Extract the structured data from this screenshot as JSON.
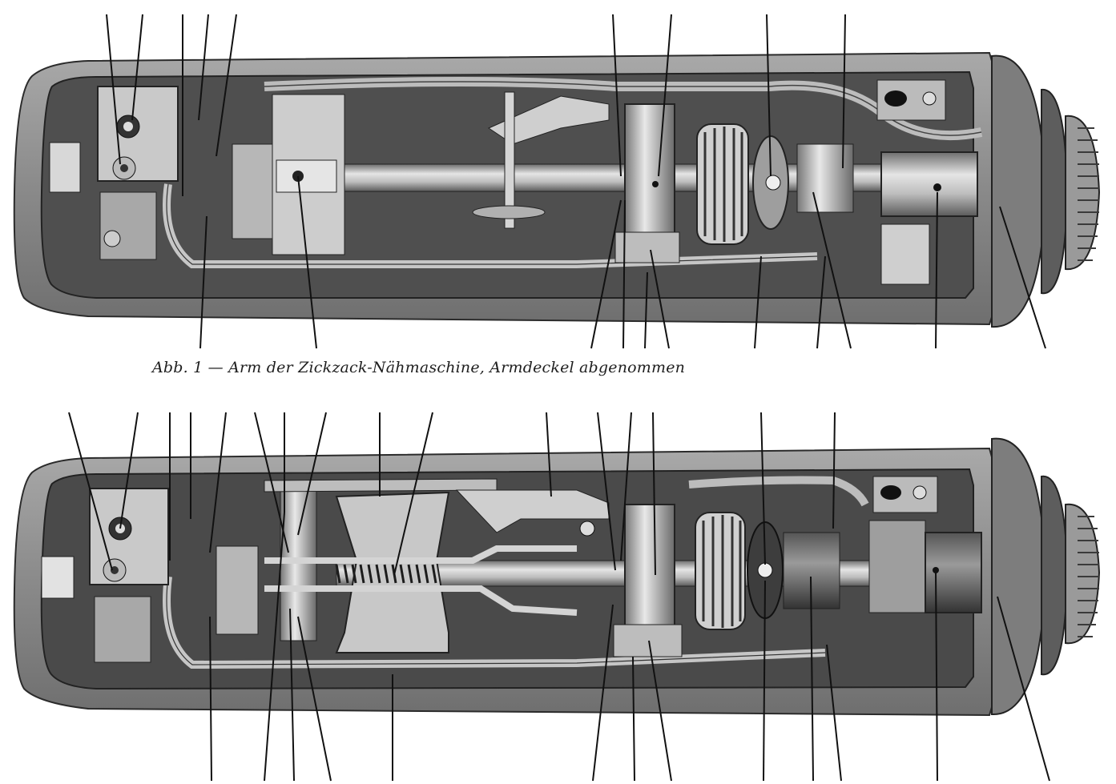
{
  "figure1": {
    "caption": "Abb. 1 — Arm der Zickzack-Nähmaschine, Armdeckel abgenommen",
    "subject": "sewing-machine-arm-zigzag"
  },
  "figure2": {
    "subject": "sewing-machine-arm-variant"
  },
  "colors": {
    "casing": "#8e8e8e",
    "casing_dark": "#3a3a3a",
    "interior": "#575757",
    "metal": "#cfcfcf",
    "line": "#1a1a1a"
  }
}
